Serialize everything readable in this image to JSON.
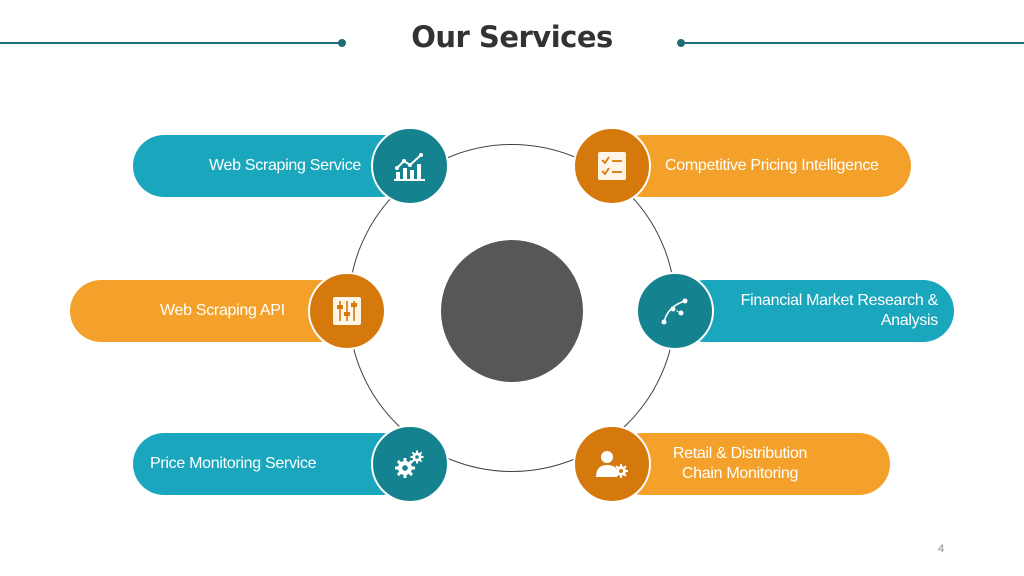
{
  "slide": {
    "title": "Our Services",
    "page_number": "4"
  },
  "services": [
    {
      "label": "Web Scraping Service",
      "icon": "chart-bar-icon"
    },
    {
      "label": "Competitive Pricing Intelligence",
      "icon": "checklist-icon"
    },
    {
      "label": "Web Scraping API",
      "icon": "sliders-icon"
    },
    {
      "label": "Financial Market Research & Analysis",
      "icon": "curve-nodes-icon"
    },
    {
      "label": "Price Monitoring Service",
      "icon": "gears-icon"
    },
    {
      "label": "Retail & Distribution Chain Monitoring",
      "icon": "user-gear-icon"
    }
  ],
  "colors": {
    "teal": "#1aa7bd",
    "teal_dark": "#15828f",
    "orange": "#f3a12a",
    "orange_dark": "#d6790d",
    "center": "#575757",
    "title": "#333333"
  }
}
